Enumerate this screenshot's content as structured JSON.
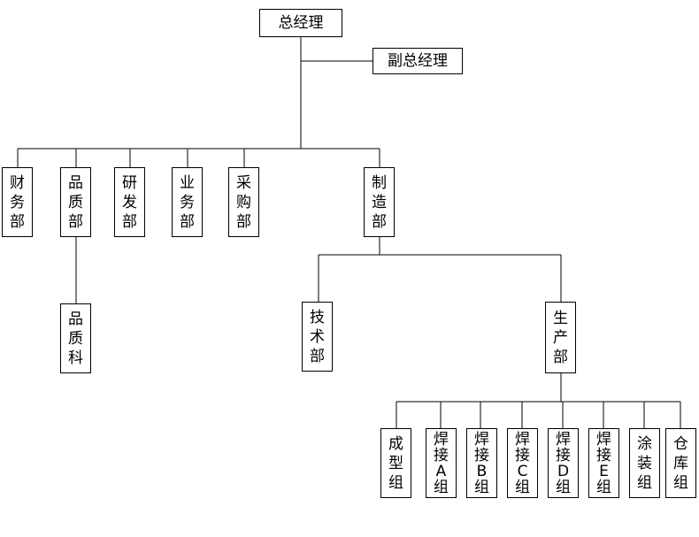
{
  "org_chart": {
    "gm": "总经理",
    "deputy_gm": "副总经理",
    "departments": {
      "finance": "财\n务\n部",
      "quality": "品\n质\n部",
      "rd": "研\n发\n部",
      "business": "业\n务\n部",
      "purchasing": "采\n购\n部",
      "manufacturing": "制\n造\n部"
    },
    "quality_section": "品\n质\n科",
    "technology": "技\n术\n部",
    "production": "生\n产\n部",
    "groups": {
      "molding": "成\n型\n组",
      "weld_a": "焊\n接\nA\n组",
      "weld_b": "焊\n接\nB\n组",
      "weld_c": "焊\n接\nC\n组",
      "weld_d": "焊\n接\nD\n组",
      "weld_e": "焊\n接\nE\n组",
      "coating": "涂\n装\n组",
      "warehouse": "仓\n库\n组"
    }
  }
}
